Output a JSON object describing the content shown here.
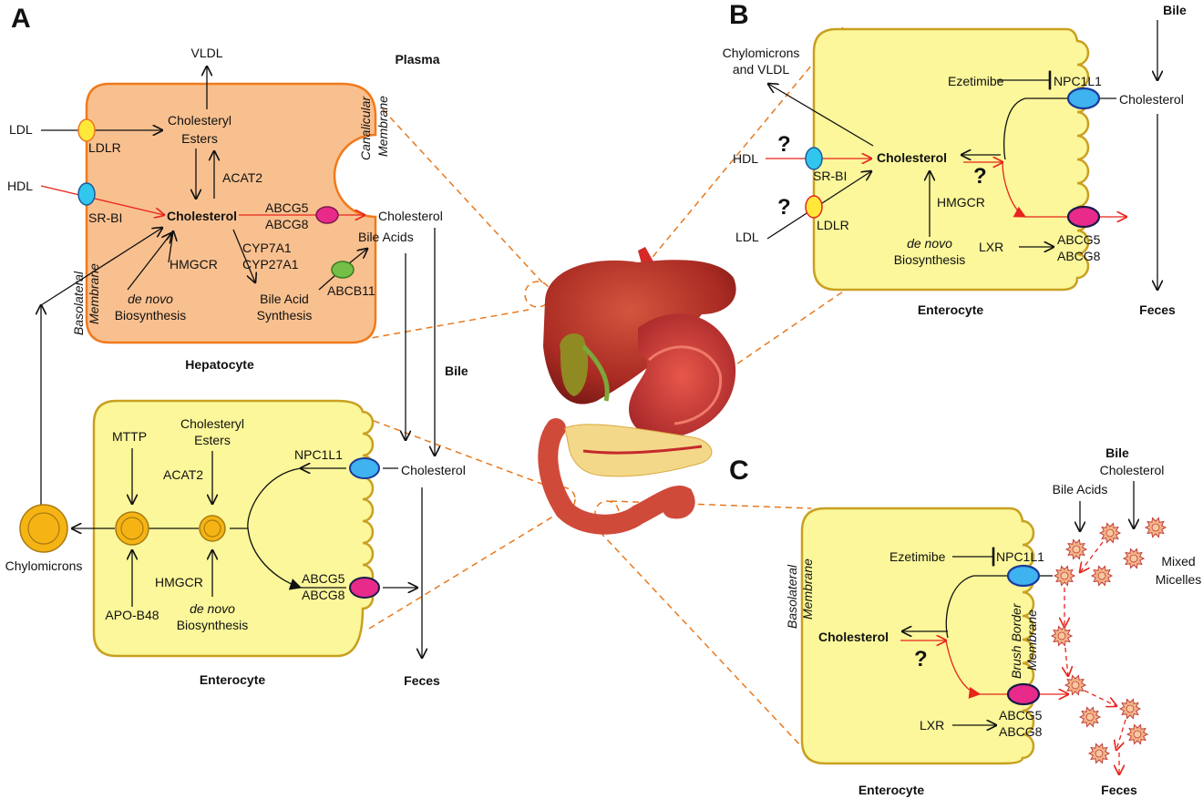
{
  "panels": {
    "a": "A",
    "b": "B",
    "c": "C"
  },
  "panel_a": {
    "vldl": "VLDL",
    "plasma": "Plasma",
    "ldl": "LDL",
    "ldlr": "LDLR",
    "cholesteryl": "Cholesteryl",
    "esters": "Esters",
    "hdl": "HDL",
    "srbi": "SR-BI",
    "acat2": "ACAT2",
    "cholesterol": "Cholesterol",
    "abcg5": "ABCG5",
    "abcg8": "ABCG8",
    "cholesterol_out": "Cholesterol",
    "canalicular": "Canalicular",
    "membrane": "Membrane",
    "cyp7a1": "CYP7A1",
    "cyp27a1": "CYP27A1",
    "bile_acids": "Bile Acids",
    "hmgcr": "HMGCR",
    "de_novo": "de novo",
    "biosynthesis": "Biosynthesis",
    "bile_acid": "Bile Acid",
    "synthesis": "Synthesis",
    "abcb11": "ABCB11",
    "basolateral": "Basolateral",
    "membrane2": "Membrane",
    "hepatocyte": "Hepatocyte",
    "bile": "Bile"
  },
  "panel_a_ent": {
    "mttp": "MTTP",
    "cholesteryl": "Cholesteryl",
    "esters": "Esters",
    "acat2": "ACAT2",
    "npc1l1": "NPC1L1",
    "cholesterol": "Cholesterol",
    "chylomicrons": "Chylomicrons",
    "hmgcr": "HMGCR",
    "apob48": "APO-B48",
    "de_novo": "de novo",
    "biosynthesis": "Biosynthesis",
    "abcg5": "ABCG5",
    "abcg8": "ABCG8",
    "enterocyte": "Enterocyte",
    "feces": "Feces"
  },
  "panel_b": {
    "bile": "Bile",
    "chylo1": "Chylomicrons",
    "chylo2": "and VLDL",
    "ezetimibe": "Ezetimibe",
    "npc1l1": "NPC1L1",
    "cholesterol_out": "Cholesterol",
    "hdl": "HDL",
    "srbi": "SR-BI",
    "cholesterol": "Cholesterol",
    "q": "?",
    "ldl": "LDL",
    "ldlr": "LDLR",
    "hmgcr": "HMGCR",
    "de_novo": "de novo",
    "biosynthesis": "Biosynthesis",
    "lxr": "LXR",
    "abcg5": "ABCG5",
    "abcg8": "ABCG8",
    "enterocyte": "Enterocyte",
    "feces": "Feces"
  },
  "panel_c": {
    "bile": "Bile",
    "cholesterol_top": "Cholesterol",
    "bile_acids": "Bile Acids",
    "ezetimibe": "Ezetimibe",
    "npc1l1": "NPC1L1",
    "mixed": "Mixed",
    "micelles": "Micelles",
    "basolateral": "Basolateral",
    "membrane": "Membrane",
    "cholesterol": "Cholesterol",
    "q": "?",
    "brush": "Brush Border",
    "membrane2": "Membrane",
    "abcg5": "ABCG5",
    "abcg8": "ABCG8",
    "lxr": "LXR",
    "enterocyte": "Enterocyte",
    "feces": "Feces"
  },
  "colors": {
    "hepatocyte_fill": "#f9c08f",
    "hepatocyte_stroke": "#f07a1c",
    "enterocyte_fill": "#fbf79a",
    "enterocyte_stroke": "#c9a020",
    "cyan_transporter": "#32c6ef",
    "yellow_transporter": "#ffe83a",
    "magenta_transporter": "#e82a8a",
    "blue_transporter": "#3fb2f0",
    "green_transporter": "#74c046",
    "red_arrow": "#e8241c",
    "dashed_orange": "#e8781c"
  }
}
